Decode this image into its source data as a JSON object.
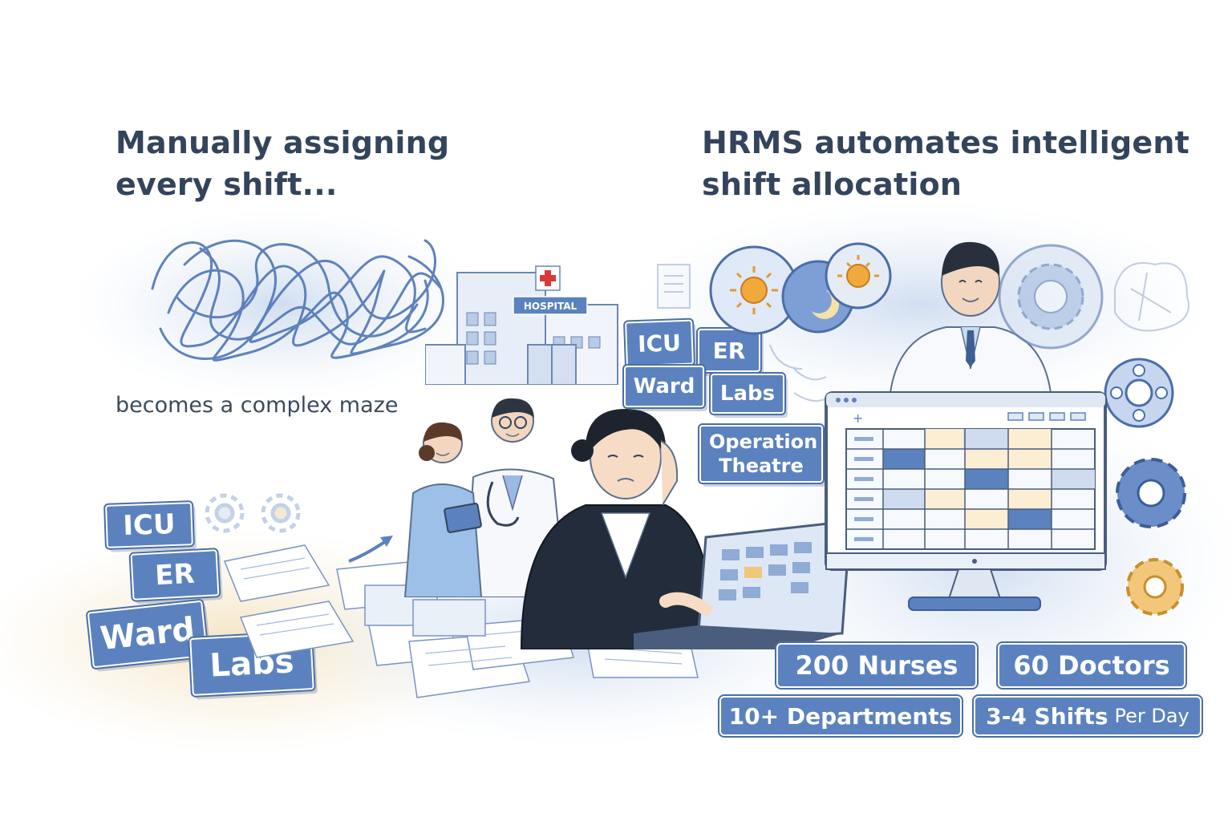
{
  "left": {
    "title_line1": "Manually assigning",
    "title_line2": "every shift...",
    "subtitle": "becomes a complex maze",
    "tags": [
      "ICU",
      "ER",
      "Ward",
      "Labs"
    ]
  },
  "right": {
    "title_line1": "HRMS automates intelligent",
    "title_line2": "shift allocation",
    "dept_tags": [
      "ICU",
      "ER",
      "Ward",
      "Labs",
      "Operation Theatre"
    ]
  },
  "hospital_sign": "HOSPITAL",
  "stats": {
    "nurses": "200 Nurses",
    "doctors": "60 Doctors",
    "departments": "10+ Departments",
    "shifts_main": "3-4 Shifts",
    "shifts_suffix": "Per Day"
  },
  "colors": {
    "accent": "#5b82be",
    "accent_dark": "#4a6ea8",
    "heading": "#33445c",
    "highlight": "#f2c77a"
  },
  "icons": [
    "sun-icon",
    "moon-icon",
    "gear-icon",
    "clipboard-icon",
    "stethoscope-icon",
    "red-cross-icon"
  ]
}
